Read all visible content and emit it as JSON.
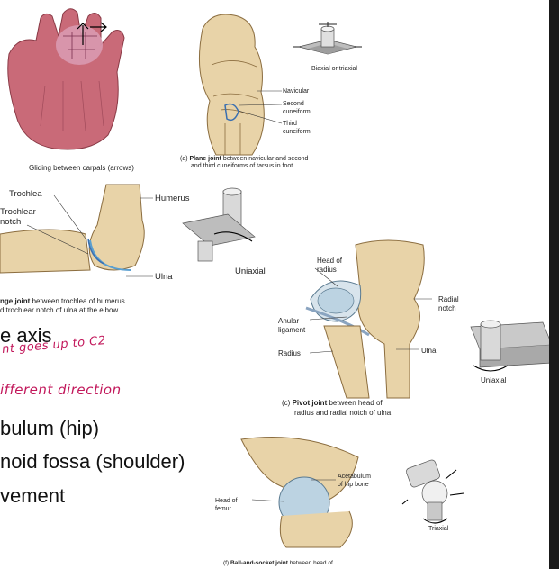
{
  "gliding": {
    "caption": "Gliding between carpals (arrows)"
  },
  "plane": {
    "badge_label": "Biaxial or triaxial",
    "labels": [
      "Navicular",
      "Second",
      "cuneiform",
      "Third",
      "cuneiform"
    ],
    "caption_prefix": "(a) ",
    "caption_bold": "Plane joint",
    "caption_rest_1": " between navicular and second",
    "caption_rest_2": "and third cuneiforms of tarsus in foot"
  },
  "hinge": {
    "labels": {
      "trochlea": "Trochlea",
      "trochlear_1": "Trochlear",
      "trochlear_2": "notch",
      "humerus": "Humerus",
      "ulna": "Ulna"
    },
    "badge_label": "Uniaxial",
    "caption_bold": "nge joint",
    "caption_rest_1": " between trochlea of humerus",
    "caption_rest_2": "d trochlear notch of ulna at the elbow"
  },
  "pivot": {
    "labels": {
      "head_1": "Head of",
      "head_2": "radius",
      "radial_1": "Radial",
      "radial_2": "notch",
      "anular_1": "Anular",
      "anular_2": "ligament",
      "radius": "Radius",
      "ulna": "Ulna"
    },
    "badge_label": "Uniaxial",
    "caption_prefix": "(c) ",
    "caption_bold": "Pivot joint",
    "caption_rest_1": " between head of",
    "caption_rest_2": "radius and radial notch of ulna"
  },
  "ball": {
    "labels": {
      "acet_1": "Acetabulum",
      "acet_2": "of hip bone",
      "head_1": "Head of",
      "head_2": "femur"
    },
    "badge_label": "Triaxial",
    "caption_prefix": "(f) ",
    "caption_bold": "Ball-and-socket joint",
    "caption_rest": " between head of"
  },
  "bullets": {
    "axis": "e axis",
    "hip": "bulum (hip)",
    "shoulder": "noid fossa (shoulder)",
    "movement": "vement"
  },
  "handwriting": {
    "note1": "nt goes up to C2",
    "note2": "ifferent direction"
  }
}
